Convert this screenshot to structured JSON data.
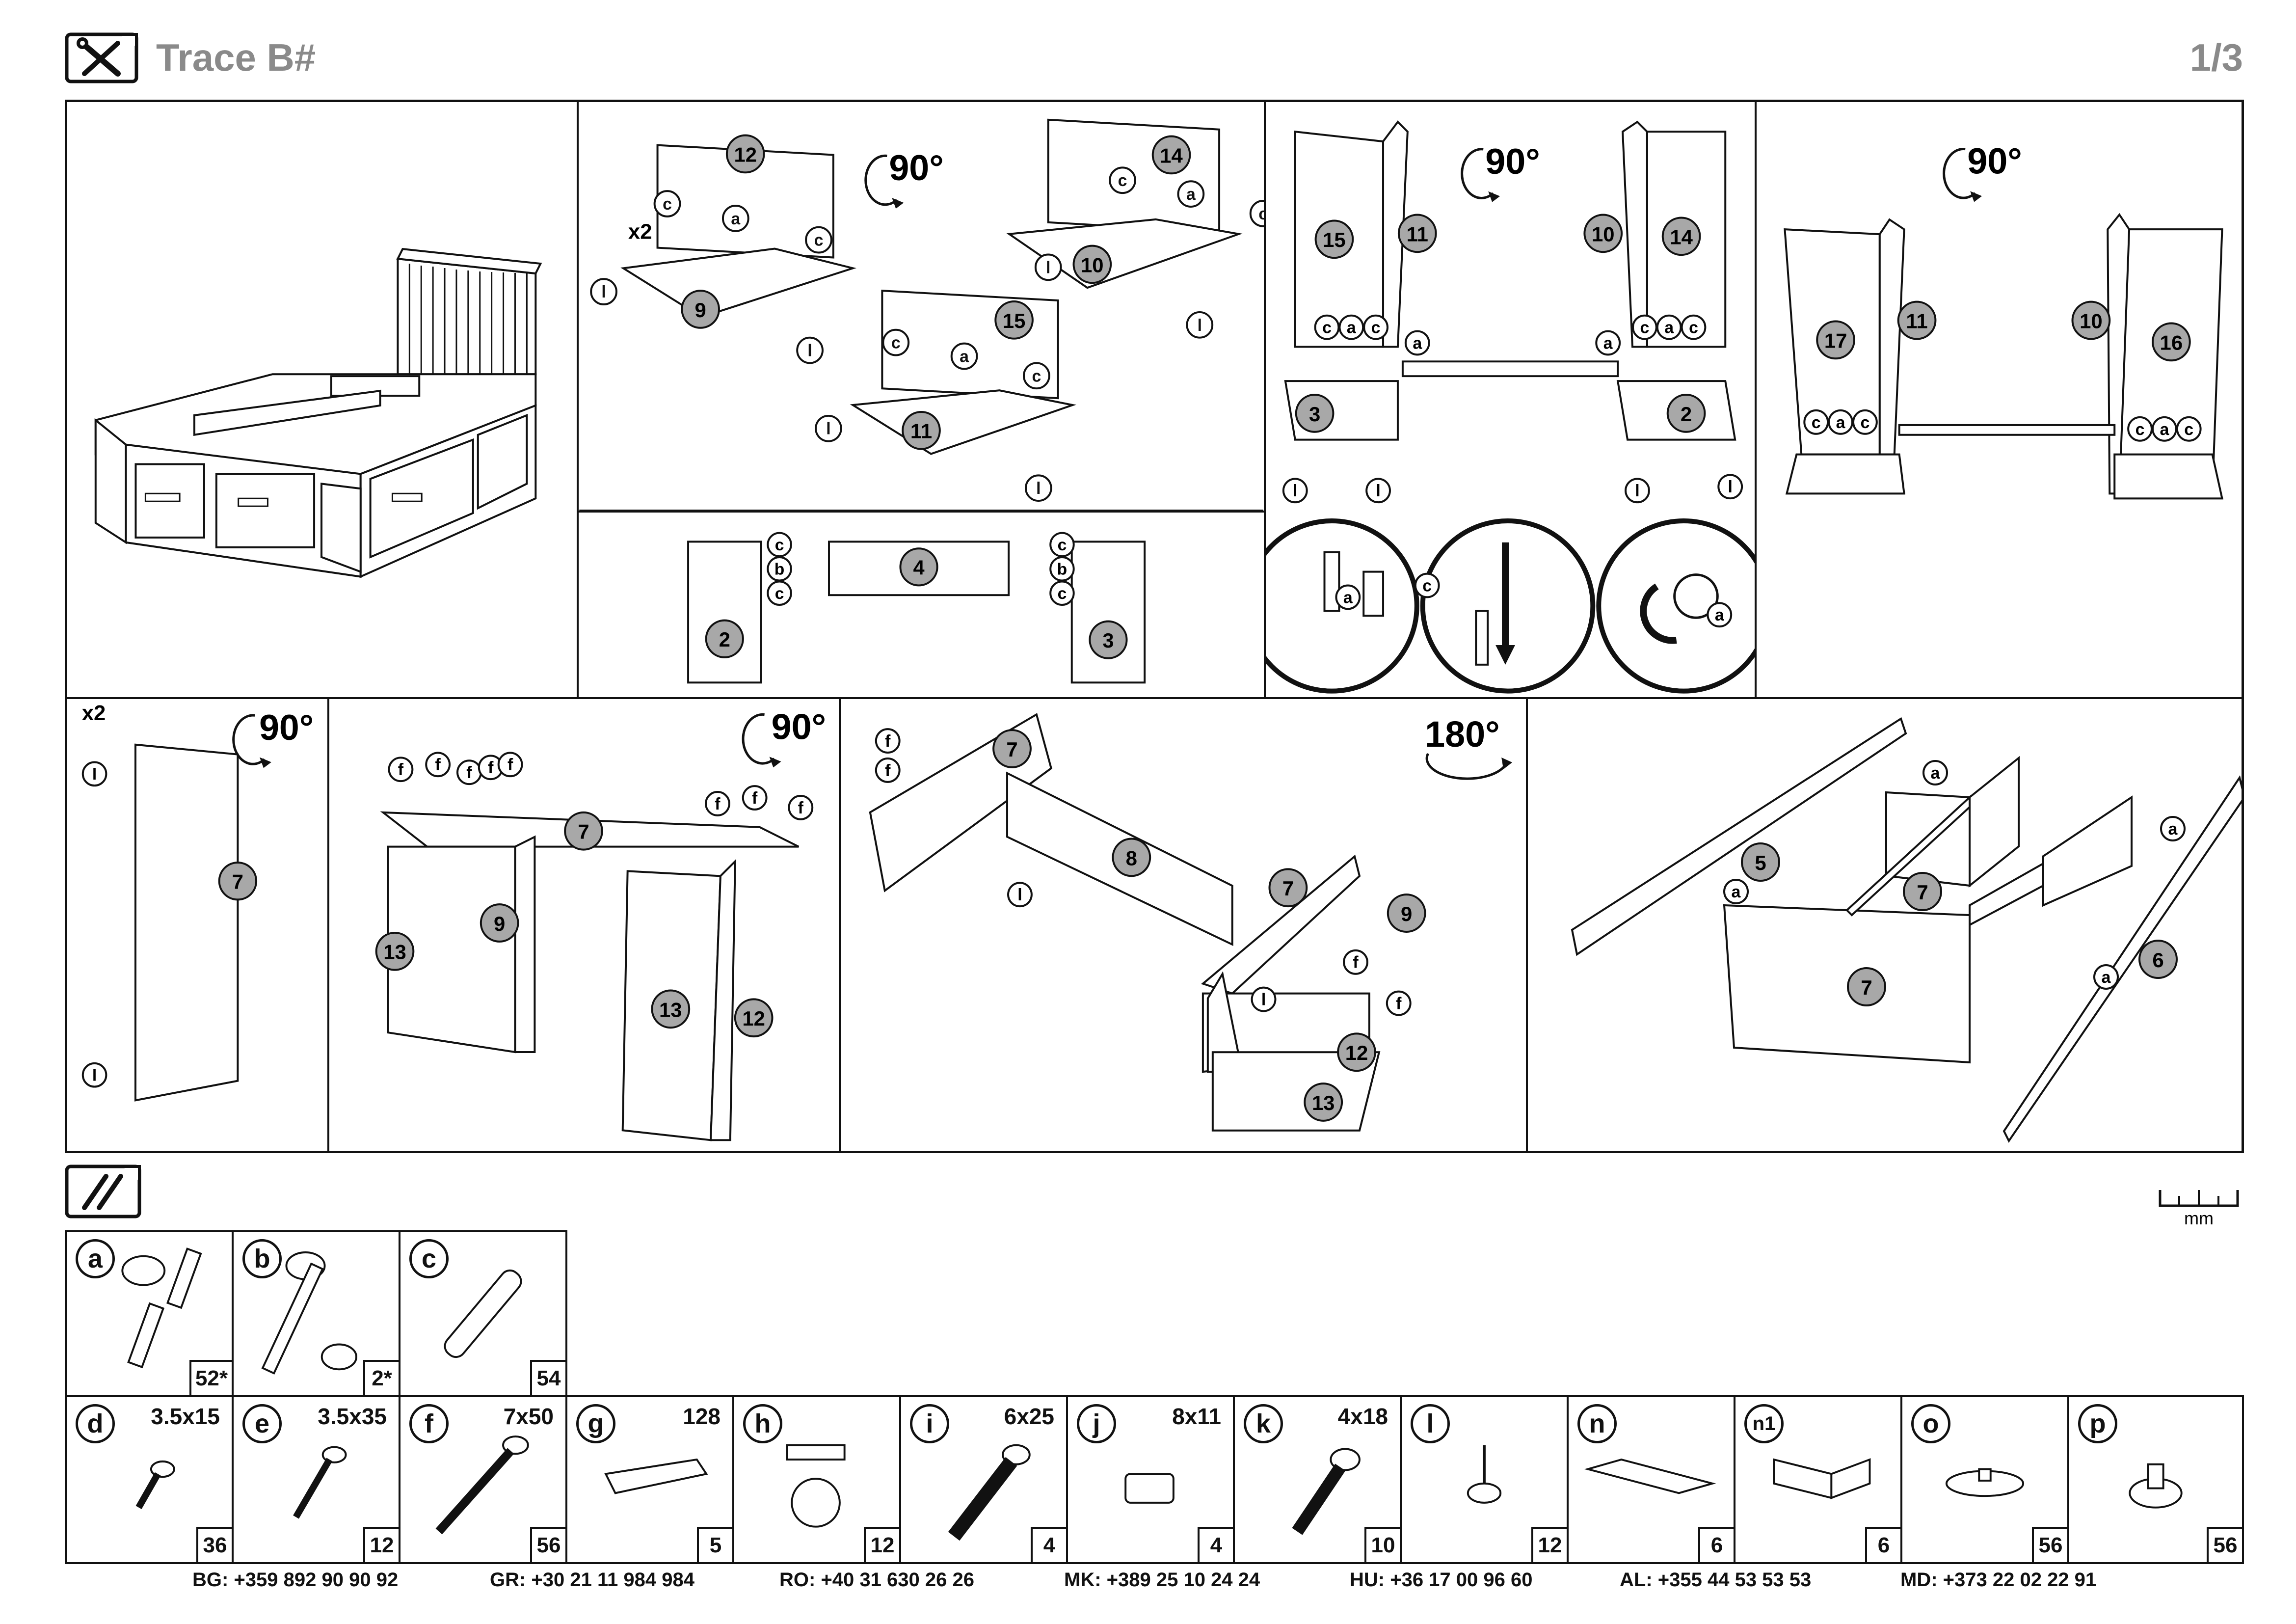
{
  "header": {
    "title": "Trace B#",
    "page": "1/3"
  },
  "labels": {
    "x2": "x2",
    "rot90": "90°",
    "rot180": "180°"
  },
  "steps": {
    "s1": {
      "top_panel": "12",
      "bottom_panel": "9",
      "pins": [
        "c",
        "a",
        "c",
        "l",
        "l"
      ]
    },
    "s2": {
      "top_panel": "14",
      "bottom_panel": "10",
      "pins": [
        "c",
        "a",
        "c",
        "l",
        "l"
      ]
    },
    "s3": {
      "top_panel": "15",
      "bottom_panel": "11",
      "pins": [
        "c",
        "a",
        "c",
        "l",
        "l"
      ]
    },
    "s4": {
      "left": "2",
      "center": "4",
      "right": "3",
      "pins_left": [
        "c",
        "b",
        "c"
      ],
      "pins_right": [
        "c",
        "b",
        "c"
      ]
    },
    "s5": {
      "panels": [
        "15",
        "11",
        "10",
        "14",
        "3",
        "2"
      ],
      "pins": [
        "c",
        "a",
        "c",
        "a",
        "a",
        "c",
        "a",
        "c",
        "l",
        "l",
        "l",
        "l"
      ]
    },
    "s6": {
      "panels": [
        "17",
        "11",
        "10",
        "16"
      ],
      "pins": [
        "c",
        "a",
        "c",
        "c",
        "a",
        "c"
      ]
    },
    "detail": {
      "pins": [
        "a",
        "c",
        "a"
      ]
    },
    "s7": {
      "panel": "7",
      "pins": [
        "l",
        "l"
      ]
    },
    "s8": {
      "panels": [
        "7",
        "13",
        "9",
        "13",
        "12"
      ],
      "pins": [
        "f",
        "f",
        "f",
        "f",
        "f",
        "f",
        "f",
        "f"
      ]
    },
    "s9": {
      "panels": [
        "7",
        "8",
        "7",
        "9",
        "12",
        "13"
      ],
      "pins": [
        "f",
        "f",
        "l",
        "f",
        "f",
        "l"
      ]
    },
    "s10": {
      "panels": [
        "5",
        "7",
        "7",
        "6"
      ],
      "pins": [
        "a",
        "a",
        "a",
        "a"
      ]
    }
  },
  "hardware_row1": [
    {
      "id": "a",
      "qty": "52*"
    },
    {
      "id": "b",
      "qty": "2*"
    },
    {
      "id": "c",
      "qty": "54"
    }
  ],
  "hardware_row2": [
    {
      "id": "d",
      "size": "3.5x15",
      "qty": "36"
    },
    {
      "id": "e",
      "size": "3.5x35",
      "qty": "12"
    },
    {
      "id": "f",
      "size": "7x50",
      "qty": "56"
    },
    {
      "id": "g",
      "size": "128",
      "qty": "5"
    },
    {
      "id": "h",
      "size": "",
      "qty": "12"
    },
    {
      "id": "i",
      "size": "6x25",
      "qty": "4"
    },
    {
      "id": "j",
      "size": "8x11",
      "qty": "4"
    },
    {
      "id": "k",
      "size": "4x18",
      "qty": "10"
    },
    {
      "id": "l",
      "size": "",
      "qty": "12"
    },
    {
      "id": "n",
      "size": "",
      "qty": "6"
    },
    {
      "id": "n1",
      "size": "",
      "qty": "6"
    },
    {
      "id": "o",
      "size": "",
      "qty": "56"
    },
    {
      "id": "p",
      "size": "",
      "qty": "56"
    }
  ],
  "mm_label": "mm",
  "phones": [
    "BG: +359 892 90 90 92",
    "GR: +30 21 11 984 984",
    "RO: +40 31 630 26 26",
    "MK: +389 25 10 24 24",
    "HU: +36 17 00 96 60",
    "AL: +355 44 53 53 53",
    "MD: +373 22 02 22 91"
  ]
}
